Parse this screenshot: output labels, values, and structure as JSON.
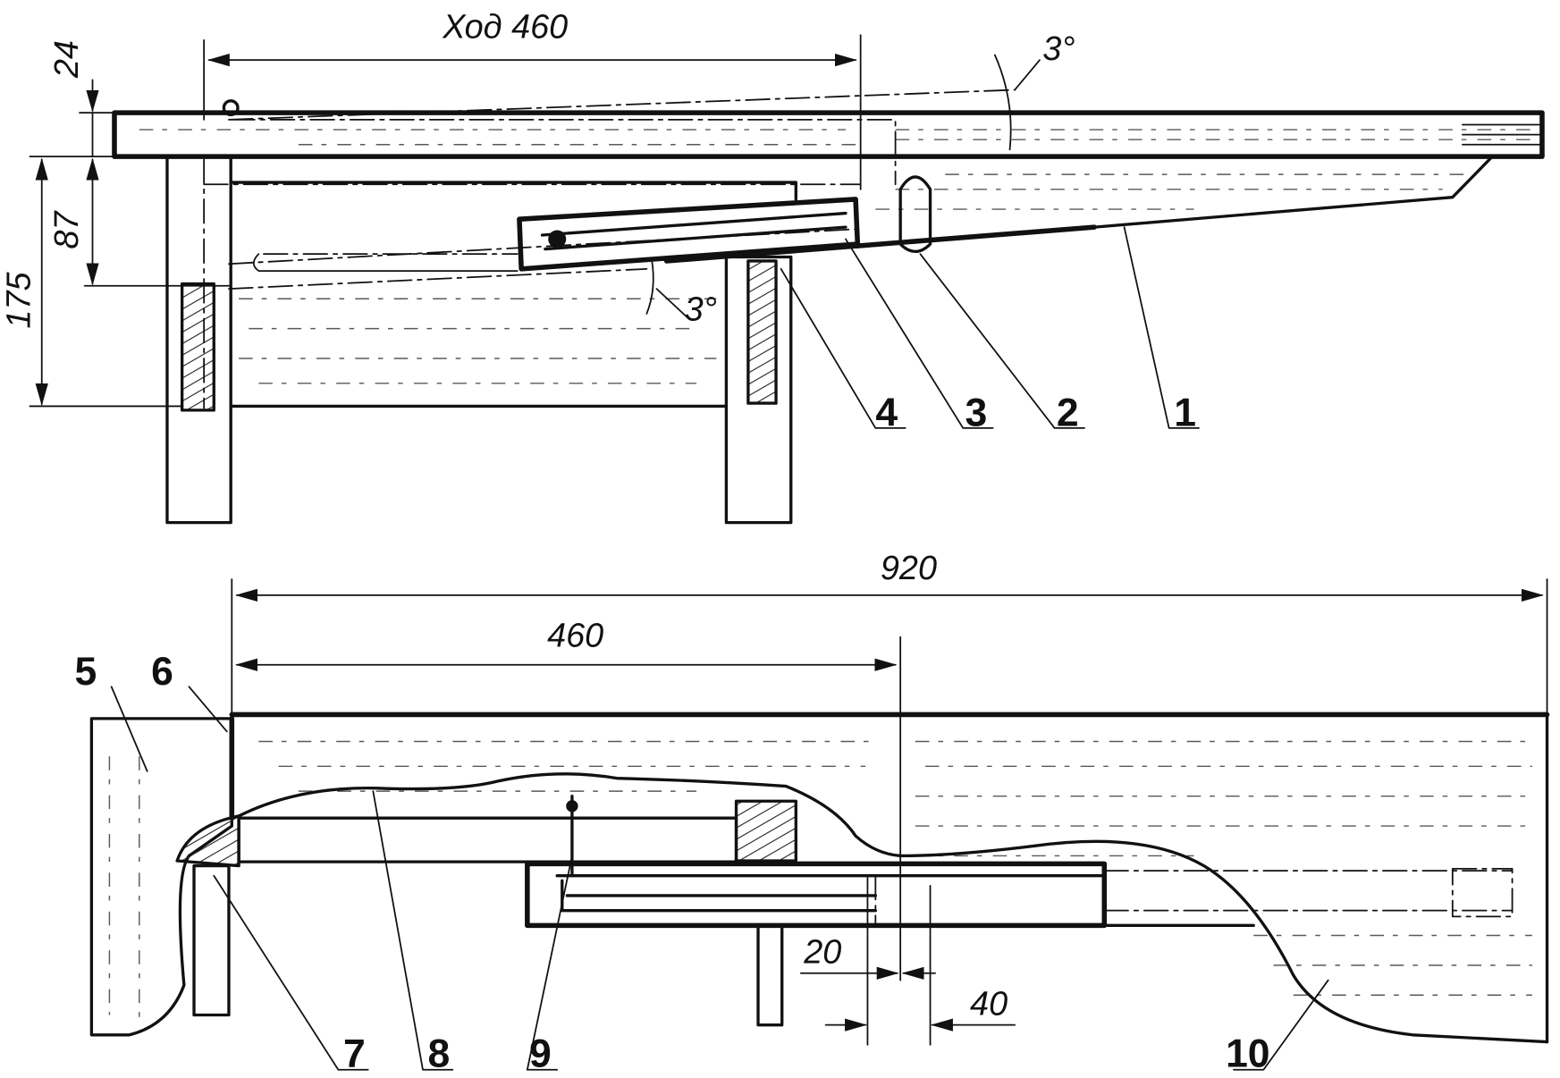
{
  "top_view": {
    "dimensions": {
      "stroke": "Ход 460",
      "d24": "24",
      "d87": "87",
      "d175": "175",
      "angle_top": "3°",
      "angle_mid": "3°"
    },
    "callouts": [
      "4",
      "3",
      "2",
      "1"
    ]
  },
  "bottom_view": {
    "dimensions": {
      "d920": "920",
      "d460": "460",
      "d20": "20",
      "d40": "40"
    },
    "callouts": [
      "5",
      "6",
      "7",
      "8",
      "9",
      "10"
    ]
  }
}
